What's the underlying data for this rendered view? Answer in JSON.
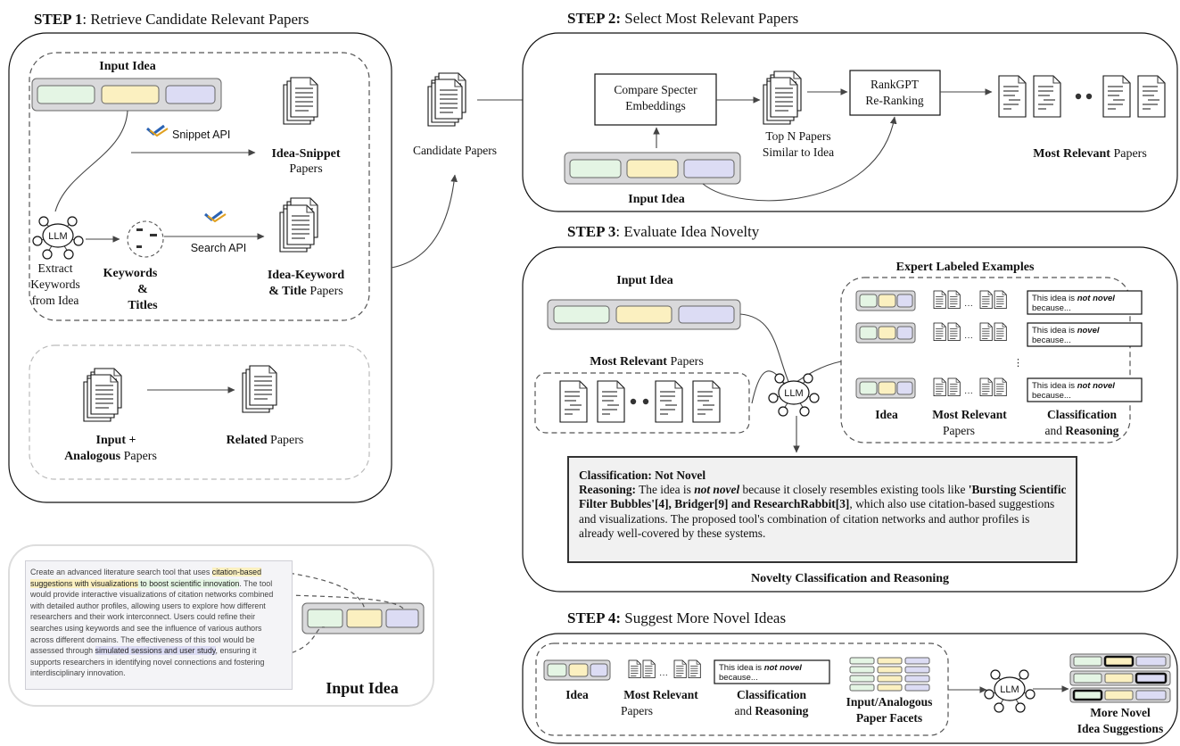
{
  "step1": {
    "title_bold": "STEP 1",
    "title_rest": ": Retrieve Candidate Relevant Papers",
    "input_idea": "Input Idea",
    "snippet_api": "Snippet API",
    "idea_snippet_bold": "Idea-Snippet",
    "idea_snippet_rest": "Papers",
    "llm": "LLM",
    "extract_1": "Extract",
    "extract_2": "Keywords",
    "extract_3": "from Idea",
    "keywords_1": "Keywords",
    "keywords_2": "&",
    "keywords_3": "Titles",
    "search_api": "Search API",
    "idea_keyword_bold": "Idea-Keyword",
    "idea_keyword_bold2": "& Title",
    "idea_keyword_rest": " Papers",
    "input_analogous_bold": "Input +",
    "input_analogous_bold2": "Analogous",
    "input_analogous_rest": " Papers",
    "related_bold": "Related",
    "related_rest": " Papers"
  },
  "candidate_papers": "Candidate Papers",
  "step2": {
    "title_bold": "STEP 2:",
    "title_rest": " Select Most Relevant Papers",
    "compare_1": "Compare Specter",
    "compare_2": "Embeddings",
    "top_n_1": "Top N Papers",
    "top_n_2": "Similar to Idea",
    "rankgpt_1": "RankGPT",
    "rankgpt_2": "Re-Ranking",
    "input_idea": "Input Idea",
    "most_relevant_bold": "Most Relevant",
    "most_relevant_rest": " Papers"
  },
  "step3": {
    "title_bold": "STEP 3",
    "title_rest": ": Evaluate Idea Novelty",
    "input_idea": "Input Idea",
    "expert_labeled": "Expert Labeled Examples",
    "most_relevant_bold": "Most Relevant",
    "most_relevant_rest": " Papers",
    "llm": "LLM",
    "ex1_pre": "This idea is ",
    "ex1_em": "not novel",
    "ex1_post": "because...",
    "ex2_pre": "This idea is ",
    "ex2_em": "novel",
    "ex2_post": "because...",
    "ex3_pre": "This idea is ",
    "ex3_em": "not novel",
    "ex3_post": "because...",
    "col_idea": "Idea",
    "col_mr_bold": "Most Relevant",
    "col_mr_rest": "Papers",
    "col_cls_bold": "Classification",
    "col_cls_and": "and ",
    "col_cls_reason": "Reasoning",
    "result_cls_label": "Classification: Not Novel",
    "result_reason_label": "Reasoning:",
    "result_text_1": " The idea is ",
    "result_text_em": "not novel",
    "result_text_2": " because it closely resembles existing tools like ",
    "result_tools": "'Bursting Scientific Filter Bubbles'[4], Bridger[9] and ResearchRabbit[3]",
    "result_text_3": ", which also use citation-based suggestions and visualizations. The proposed tool's combination of citation networks and author profiles is already well-covered by these systems.",
    "caption": "Novelty Classification and Reasoning"
  },
  "step4": {
    "title_bold": "STEP 4:",
    "title_rest": " Suggest More Novel Ideas",
    "idea": "Idea",
    "mr_bold": "Most Relevant",
    "mr_rest": "Papers",
    "cls_bold": "Classification",
    "cls_and": "and ",
    "cls_reason": "Reasoning",
    "note_pre": "This idea is ",
    "note_em": "not novel",
    "note_post": "because...",
    "facets_1": "Input/Analogous",
    "facets_2": "Paper Facets",
    "llm": "LLM",
    "more_novel_1": "More Novel",
    "more_novel_2": "Idea Suggestions"
  },
  "input_idea_example": {
    "label": "Input Idea",
    "p1": "Create an advanced literature search tool that uses ",
    "h1": "citation-based suggestions with visualizations",
    "h2": " to boost scientific innovation",
    "p2": ". The tool would provide interactive visualizations of citation networks combined with detailed author profiles, allowing users to explore how different researchers and their work interconnect. Users could refine their searches using keywords and see the influence of various authors across different domains. The effectiveness of this tool would be assessed through ",
    "h3": "simulated sessions and user study",
    "p3": ", ensuring it supports researchers in identifying novel connections and fostering interdisciplinary innovation."
  },
  "colors": {
    "segment_green": "#e4f5e4",
    "segment_yellow": "#fbf0c0",
    "segment_purple": "#dcdcf4",
    "tray": "#d9d9db"
  }
}
